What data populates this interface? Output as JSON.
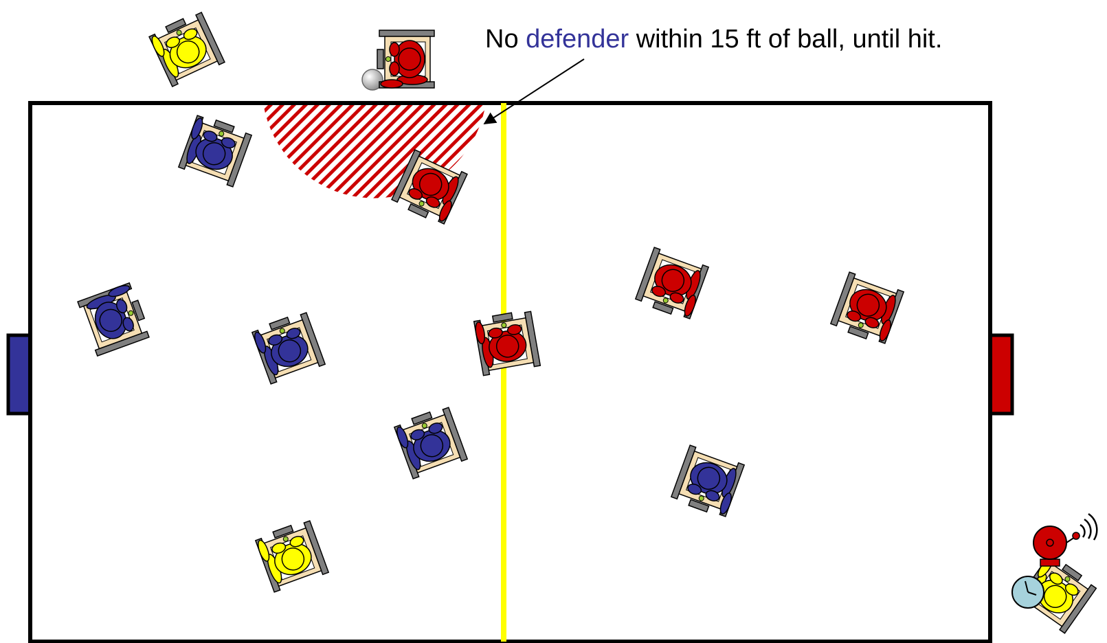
{
  "annotation": {
    "before": "No ",
    "keyword": "defender",
    "after": " within 15 ft of ball, until hit."
  },
  "colors": {
    "team_blue": "#333399",
    "team_red": "#cc0000",
    "official_yellow": "#ffff00",
    "center_line": "#ffff00",
    "keyword": "#333399",
    "chair_frame": "#808080",
    "chair_seat": "#f5deb3"
  },
  "players": [
    {
      "team": "official",
      "heading": 155
    },
    {
      "team": "red",
      "heading": 90
    },
    {
      "team": "blue",
      "heading": 200
    },
    {
      "team": "red",
      "heading": 25
    },
    {
      "team": "blue",
      "heading": 250
    },
    {
      "team": "blue",
      "heading": 160
    },
    {
      "team": "red",
      "heading": 170
    },
    {
      "team": "blue",
      "heading": 160
    },
    {
      "team": "official",
      "heading": 160
    },
    {
      "team": "red",
      "heading": 20
    },
    {
      "team": "red",
      "heading": 20
    },
    {
      "team": "blue",
      "heading": 20
    },
    {
      "team": "official",
      "heading": 215
    }
  ],
  "icons": [
    "ball-icon",
    "bell-icon",
    "clock-icon"
  ]
}
